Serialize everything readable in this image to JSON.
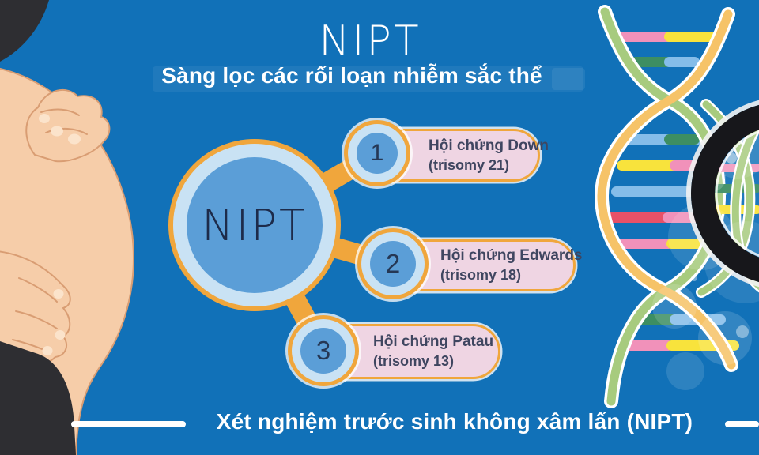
{
  "header": {
    "title": "NIPT",
    "subtitle": "Sàng lọc các rối loạn nhiễm sắc thể"
  },
  "diagram": {
    "center_label": "NIPT",
    "items": [
      {
        "number": "1",
        "line1": "Hội chứng Down",
        "line2": "(trisomy 21)"
      },
      {
        "number": "2",
        "line1": "Hội chứng Edwards",
        "line2": "(trisomy 18)"
      },
      {
        "number": "3",
        "line1": "Hội chứng Patau",
        "line2": "(trisomy 13)"
      }
    ]
  },
  "footer": {
    "text": "Xét nghiệm trước sinh không xâm lấn (NIPT)"
  },
  "icons": {
    "left_illustration": "pregnant-belly-illustration",
    "right_illustration": "dna-helix-illustration",
    "magnifier": "magnifier-lens-icon"
  },
  "colors": {
    "bg": "#1171b8",
    "accent_orange": "#f0a63c",
    "pale_blue": "#c9e2f4",
    "node_blue": "#5b9ed7",
    "pill_pink": "#efd5e3",
    "pill_text": "#3f4660",
    "text_dark": "#1d2b4a",
    "white": "#ffffff",
    "skin": "#f6cda9",
    "skin_line": "#d99d73",
    "nail": "#fbe3cb",
    "clothing": "#2e2e32",
    "dna_green": "#a7cb7e",
    "dna_orange": "#f6c368",
    "rung_pink": "#f191ba",
    "rung_yellow": "#f8e33c",
    "rung_green": "#3d8e62",
    "rung_blue": "#85bde9",
    "rung_red": "#e85168",
    "lens_black": "#17171b"
  }
}
